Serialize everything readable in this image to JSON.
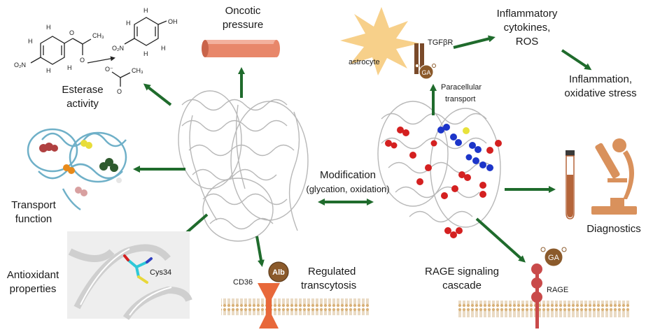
{
  "labels": {
    "oncotic": [
      "Oncotic",
      "pressure"
    ],
    "esterase": [
      "Esterase",
      "activity"
    ],
    "transport": [
      "Transport",
      "function"
    ],
    "antioxidant": [
      "Antioxidant",
      "properties"
    ],
    "cys34": "Cys34",
    "cd36": "CD36",
    "alb": "Alb",
    "regulated": [
      "Regulated",
      "transcytosis"
    ],
    "modification": [
      "Modification",
      "(glycation, oxidation)"
    ],
    "astrocyte": "astrocyte",
    "tgfbr": "TGFβR",
    "ga": "GA",
    "paracellular": [
      "Paracellular",
      "transport"
    ],
    "inflammatory": [
      "Inflammatory",
      "cytokines,",
      "ROS"
    ],
    "inflammation": [
      "Inflammation,",
      "oxidative stress"
    ],
    "diagnostics": "Diagnostics",
    "rage_cascade": [
      "RAGE signaling",
      "cascade"
    ],
    "rage": "RAGE"
  },
  "chem": {
    "o2n": "O₂N",
    "oh": "OH",
    "h": "H",
    "ch3": "CH₃",
    "o": "O",
    "o_minus": "O⁻"
  },
  "colors": {
    "arrow": "#1f6b2c",
    "protein": "#bdbdbd",
    "alb": "#8b5a2b",
    "vessel": "#e8876a",
    "astrocyte": "#f7d08a",
    "receptor": "#7a4a2a",
    "rage": "#c94a4a",
    "cd36": "#e8683a",
    "membrane": "#d9b27a",
    "mod_red": "#d42020",
    "mod_blue": "#1c35c9",
    "tube": "#b5653a"
  }
}
